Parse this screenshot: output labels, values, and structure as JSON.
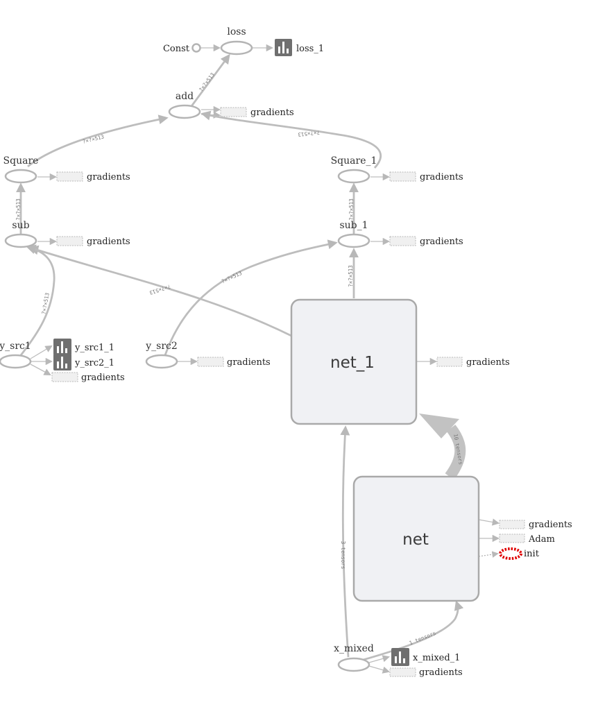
{
  "nodes": {
    "loss": "loss",
    "const": "Const",
    "loss_1": "loss_1",
    "add": "add",
    "square": "Square",
    "square_1": "Square_1",
    "sub": "sub",
    "sub_1": "sub_1",
    "y_src1": "y_src1",
    "y_src1_1": "y_src1_1",
    "y_src2": "y_src2",
    "y_src2_1": "y_src2_1",
    "net_1": "net_1",
    "net": "net",
    "x_mixed": "x_mixed",
    "x_mixed_1": "x_mixed_1",
    "adam": "Adam",
    "init": "init"
  },
  "aux_label": "gradients",
  "edge_labels": {
    "add_loss": "?×?×513",
    "square_add": "?×?×513",
    "square1_add": "?×?×513",
    "sub_square": "?×?×513",
    "sub1_square1": "?×?×513",
    "ysrc1_sub": "?×?×513",
    "net1_sub": "?×?×513",
    "ysrc2_sub1": "?×?×513",
    "net1_sub1": "?×?×513",
    "net_net1": "10 tensors",
    "xmixed_net1": "3 tensors",
    "xmixed_net": "1 tensors"
  },
  "colors": {
    "node_stroke": "#b4b4b4",
    "edge": "#bdbdbd",
    "metanode_fill": "#f0f1f4",
    "summary_icon": "#6f6f6f",
    "init_highlight": "#e00000"
  },
  "icons": {
    "summary": "bar-chart-icon",
    "init": "dashed-red-ellipse-icon"
  }
}
